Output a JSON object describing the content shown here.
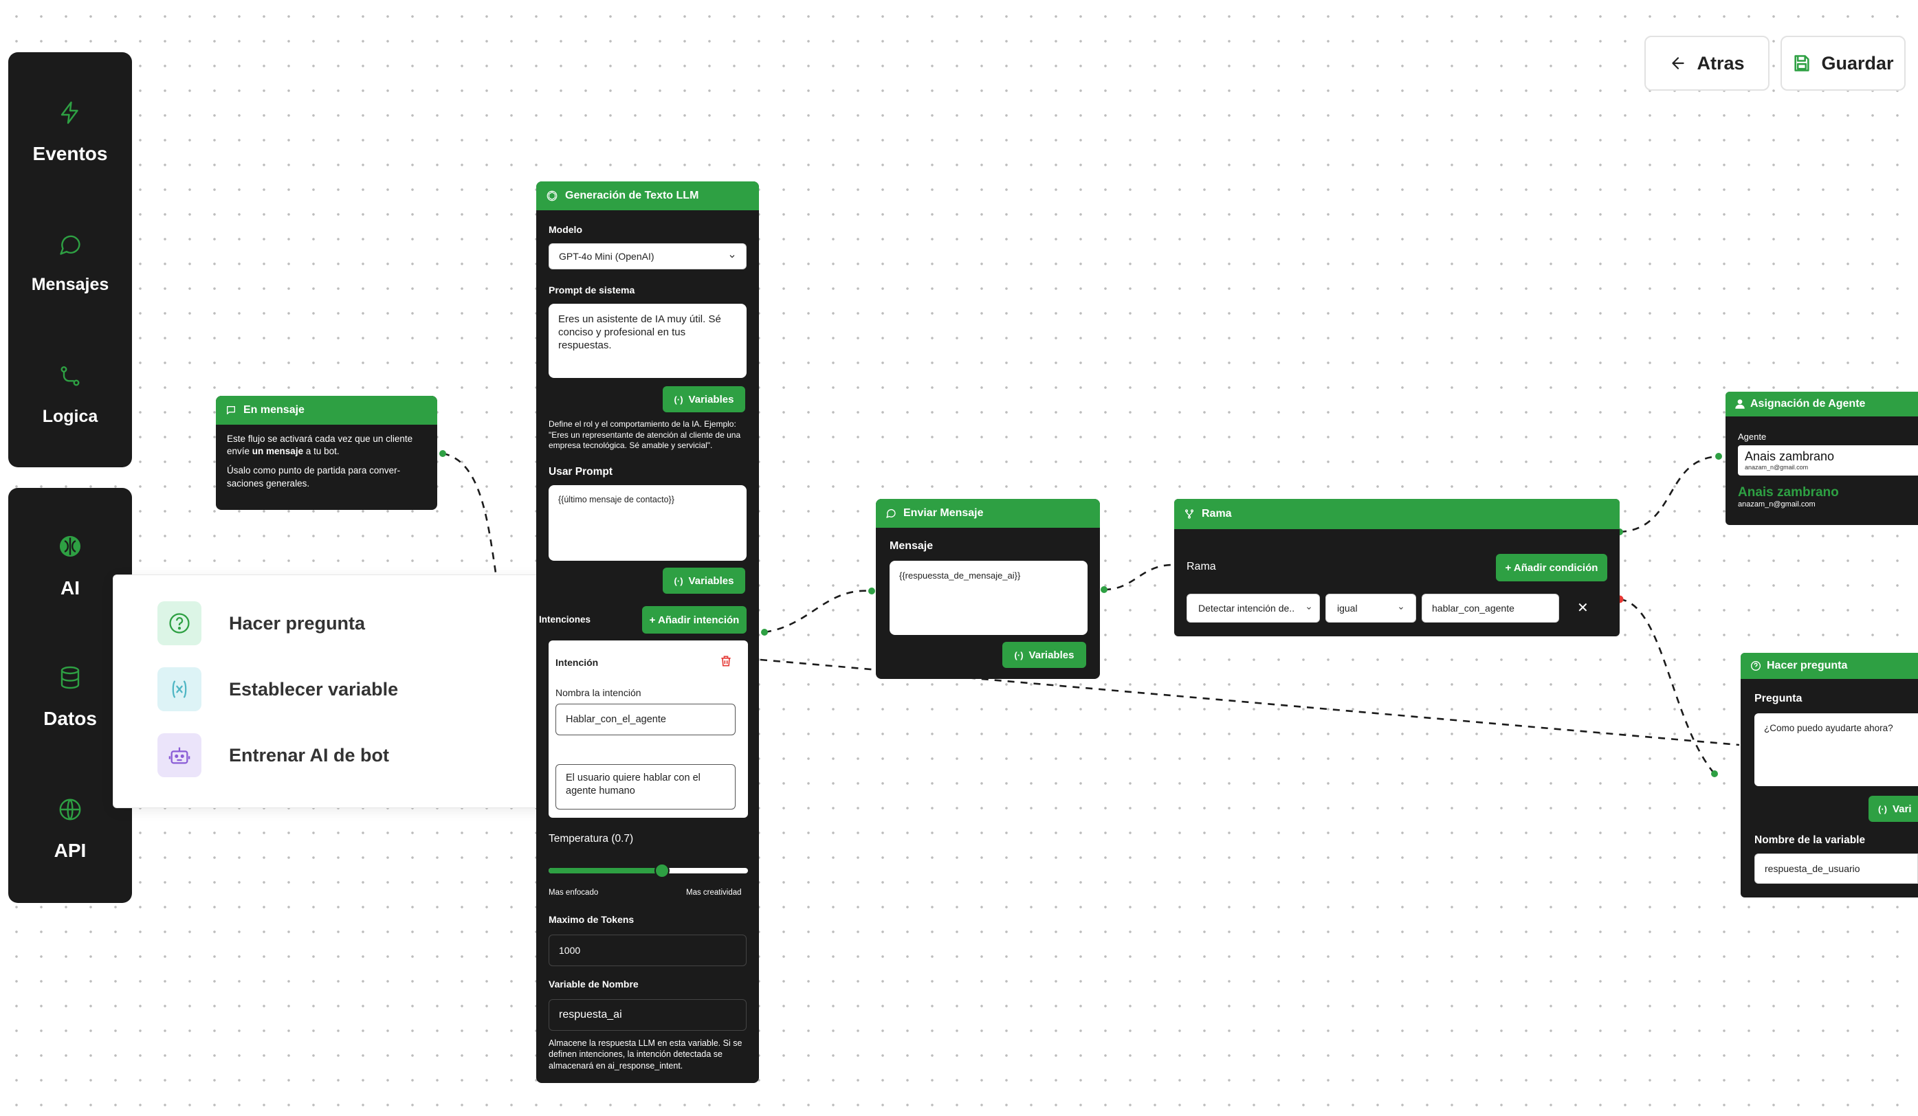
{
  "header": {
    "back_label": "Atras",
    "save_label": "Guardar"
  },
  "sidebar": {
    "group1": [
      {
        "label": "Eventos",
        "icon": "bolt-icon"
      },
      {
        "label": "Mensajes",
        "icon": "message-icon"
      },
      {
        "label": "Logica",
        "icon": "branch-icon"
      }
    ],
    "group2": [
      {
        "label": "AI",
        "icon": "brain-icon"
      },
      {
        "label": "Datos",
        "icon": "database-icon"
      },
      {
        "label": "API",
        "icon": "globe-icon"
      }
    ]
  },
  "popup": {
    "items": [
      {
        "label": "Hacer pregunta",
        "icon": "question-circle-icon"
      },
      {
        "label": "Establecer variable",
        "icon": "variable-icon"
      },
      {
        "label": "Entrenar AI de bot",
        "icon": "bot-icon"
      }
    ]
  },
  "on_message": {
    "title": "En mensaje",
    "text_part1": "Este flujo se activará cada vez que un cliente envíe",
    "text_bold": "un mensaje",
    "text_part2": "a tu bot.",
    "text_line3": "Úsalo como punto de partida para conver-saciones generales."
  },
  "llm": {
    "title": "Generación de Texto LLM",
    "model_label": "Modelo",
    "model_value": "GPT-4o Mini (OpenAI)",
    "system_prompt_label": "Prompt de sistema",
    "system_prompt_value": "Eres un asistente de IA muy útil. Sé conciso y profesional en tus respuestas.",
    "variables_label": "Variables",
    "system_help": "Define el rol y el comportamiento de la IA. Ejemplo: \"Eres un representante de atención al cliente de una empresa tecnológica. Sé amable y servicial\".",
    "use_prompt_label": "Usar Prompt",
    "use_prompt_value": "{{último mensaje de contacto}}",
    "intents_label": "Intenciones",
    "add_intent_label": "+ Añadir intención",
    "intent_title": "Intención",
    "intent_name_label": "Nombra la intención",
    "intent_name_value": "Hablar_con_el_agente",
    "intent_desc_value": "El usuario quiere hablar con el agente humano",
    "temperature_label": "Temperatura (0.7)",
    "temperature_value": 0.7,
    "temp_left": "Mas enfocado",
    "temp_right": "Mas creatividad",
    "max_tokens_label": "Maximo de Tokens",
    "max_tokens_value": "1000",
    "var_name_label": "Variable de Nombre",
    "var_name_value": "respuesta_ai",
    "var_help": "Almacene la respuesta LLM en esta variable. Si se definen intenciones, la intención detectada se almacenará en ai_response_intent."
  },
  "send_message": {
    "title": "Enviar Mensaje",
    "message_label": "Mensaje",
    "message_value": "{{respuessta_de_mensaje_ai}}",
    "variables_label": "Variables"
  },
  "branch": {
    "title": "Rama",
    "label": "Rama",
    "add_condition_label": "+ Añadir condición",
    "condition_field": "Detectar intención de..",
    "condition_op": "igual",
    "condition_value": "hablar_con_agente",
    "remove_symbol": "✕"
  },
  "agent_assign": {
    "title": "Asignación de Agente",
    "agent_label": "Agente",
    "agent_selected_name": "Anais zambrano",
    "agent_selected_email": "anazam_n@gmail.com",
    "agent_option_name": "Anais zambrano",
    "agent_option_email": "anazam_n@gmail.com"
  },
  "ask_question": {
    "title": "Hacer pregunta",
    "question_label": "Pregunta",
    "question_value": "¿Como puedo ayudarte ahora?",
    "variables_label": "Vari",
    "var_name_label": "Nombre de la variable",
    "var_name_value": "respuesta_de_usuario"
  },
  "colors": {
    "accent": "#2ea043",
    "node_bg": "#1b1b1b",
    "connector_red": "#e53935"
  }
}
